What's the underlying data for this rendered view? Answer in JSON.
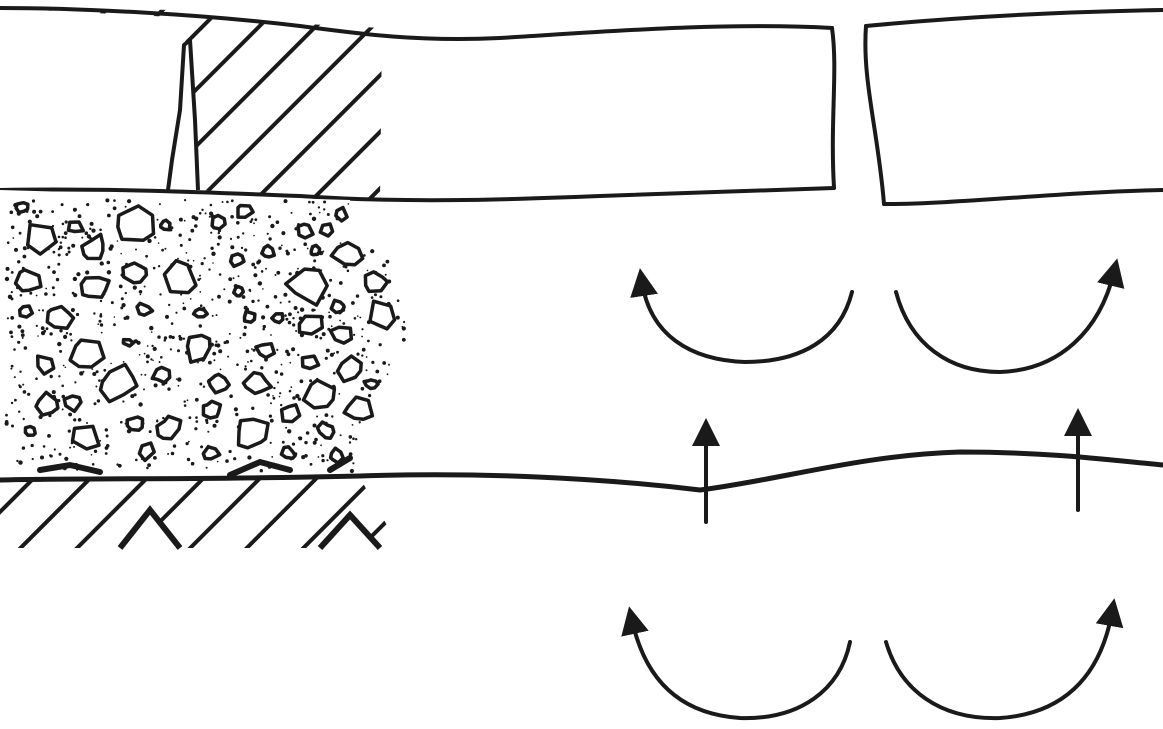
{
  "diagram": {
    "colors": {
      "ink": "#1a1a1a",
      "paper": "#ffffff"
    },
    "parts": [
      {
        "name": "top-hatched-layer",
        "kind": "hatched-block"
      },
      {
        "name": "top-rock-layer",
        "kind": "layer-with-fracture"
      },
      {
        "name": "fracture",
        "kind": "crack"
      },
      {
        "name": "breccia-fill",
        "kind": "aggregate"
      },
      {
        "name": "bottom-hatched-layer",
        "kind": "hatched-block"
      },
      {
        "name": "bottom-boundary",
        "kind": "wavy-line"
      },
      {
        "name": "upper-rotation-arrows",
        "kind": "curved-arrows",
        "count": 2
      },
      {
        "name": "uplift-arrows",
        "kind": "straight-arrows",
        "count": 2
      },
      {
        "name": "lower-rotation-arrows",
        "kind": "curved-arrows",
        "count": 2
      }
    ]
  }
}
